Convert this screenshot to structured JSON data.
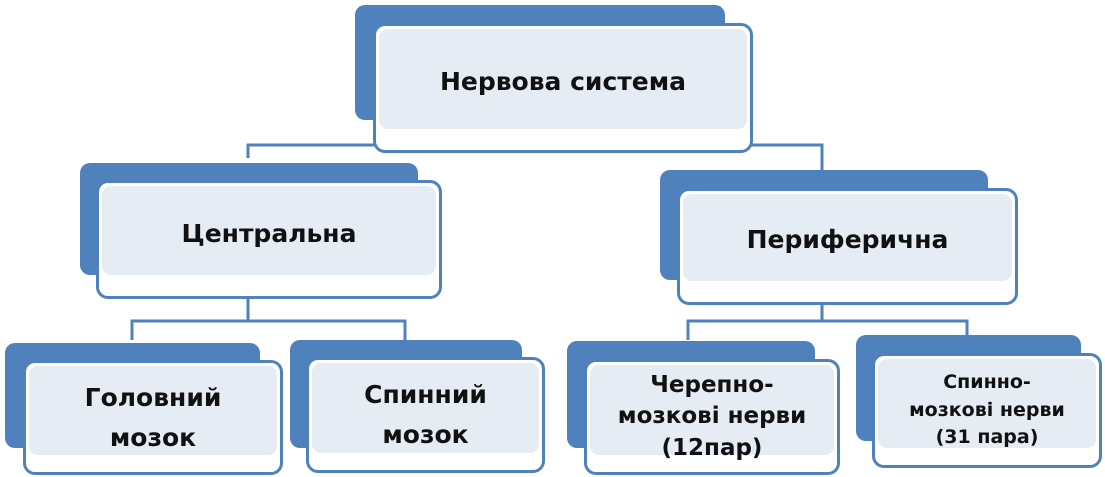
{
  "diagram": {
    "root": "Нервова система",
    "central": "Центральна",
    "peripheral": "Периферична",
    "brain": "Головний\nмозок",
    "spinal_cord": "Спинний\nмозок",
    "cranial_nerves": "Черепно-\nмозкові нерви\n(12пар)",
    "spinal_nerves": "Спинно-\nмозкові нерви\n(31 пара)"
  },
  "colors": {
    "accent": "#4f81bd",
    "fill": "#e6ecf4"
  }
}
